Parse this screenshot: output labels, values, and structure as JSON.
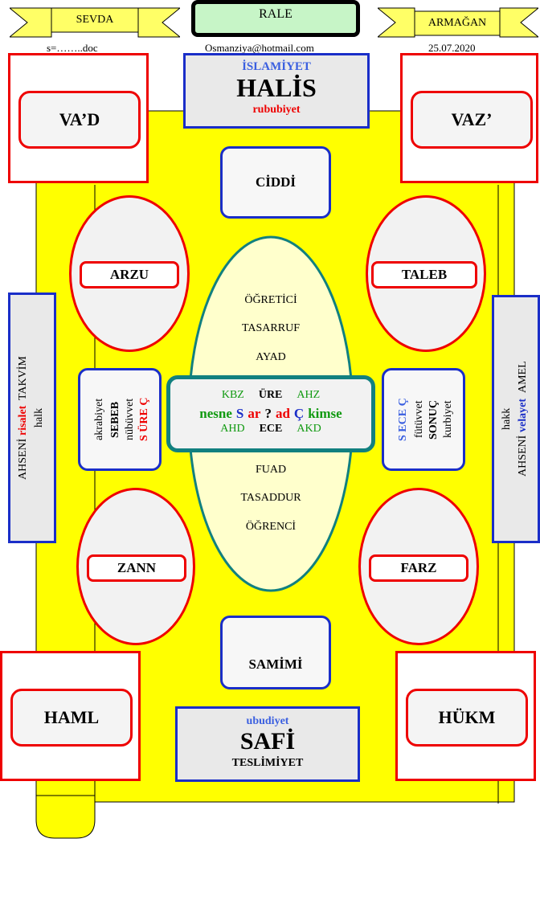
{
  "header": {
    "left_ribbon": "SEVDA",
    "center_box": "RALE",
    "right_ribbon": "ARMAĞAN",
    "left_note": "s=……..doc",
    "email": "Osmanziya@hotmail.com",
    "date": "25.07.2020"
  },
  "top_center": {
    "small": "İSLAMİYET",
    "big": "HALİS",
    "sub": "rububiyet"
  },
  "bottom_center": {
    "small": "ubudiyet",
    "big": "SAFİ",
    "sub": "TESLİMİYET"
  },
  "corners": {
    "top_left": "VA’D",
    "top_right": "VAZ’",
    "bottom_left": "HAML",
    "bottom_right": "HÜKM"
  },
  "mid_boxes": {
    "top": "CİDDİ",
    "bottom": "SAMİMİ"
  },
  "ovals": {
    "top_left": "ARZU",
    "top_right": "TALEB",
    "bottom_left": "ZANN",
    "bottom_right": "FARZ"
  },
  "side_left": {
    "line1_a": "AHSENİ",
    "line1_b": "risalet",
    "line1_c": "TAKVİM",
    "line2": "halk"
  },
  "side_right": {
    "line1": "hakk",
    "line2_a": "AHSENİ",
    "line2_b": "velayet",
    "line2_c": "AMEL"
  },
  "left_inner": {
    "l1": "akrabiyet",
    "l2": "SEBEB",
    "l3": "nübüvvet",
    "l4": "S ÜRE Ç"
  },
  "right_inner": {
    "l1": "S ECE Ç",
    "l2": "fütüvvet",
    "l3": "SONUÇ",
    "l4": "kurbiyet"
  },
  "center_oval": {
    "top_words": [
      "ÖĞRETİCİ",
      "TASARRUF",
      "AYAD"
    ],
    "bottom_words": [
      "FUAD",
      "TASADDUR",
      "ÖĞRENCİ"
    ]
  },
  "center_box": {
    "row1": [
      "KBZ",
      "ÜRE",
      "AHZ"
    ],
    "row2": [
      "nesne",
      "S",
      "ar",
      "?",
      "ad",
      "Ç",
      "kimse"
    ],
    "row3": [
      "AHD",
      "ECE",
      "AKD"
    ]
  },
  "colors": {
    "yellow": "#ffff00",
    "red": "#ee0000",
    "blue": "#1a2ec8",
    "teal": "#0f7f7f"
  }
}
